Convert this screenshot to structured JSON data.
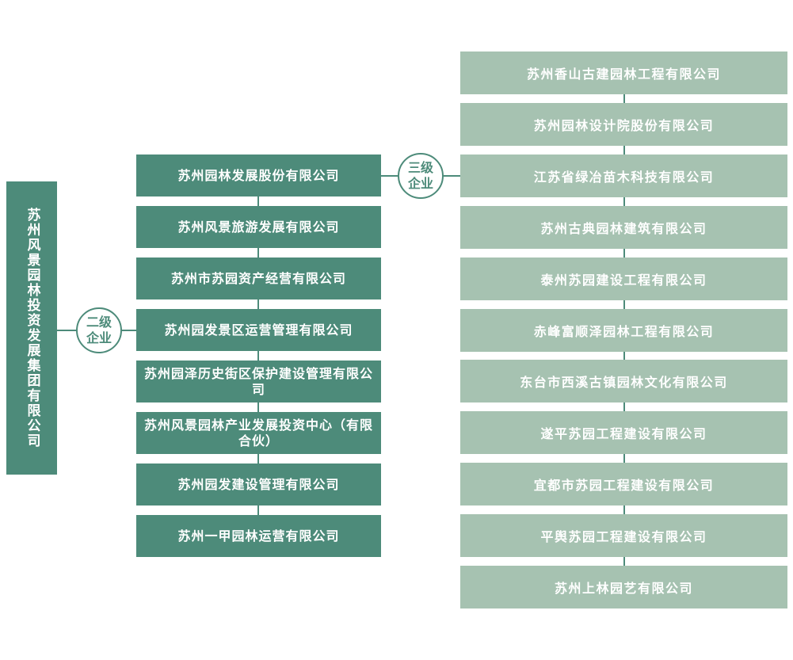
{
  "root": "苏州风景园林投资发展集团有限公司",
  "level2_badge": [
    "二级",
    "企业"
  ],
  "level3_badge": [
    "三级",
    "企业"
  ],
  "level2": [
    "苏州园林发展股份有限公司",
    "苏州风景旅游发展有限公司",
    "苏州市苏园资产经营有限公司",
    "苏州园发景区运营管理有限公司",
    "苏州园泽历史街区保护建设管理有限公司",
    "苏州风景园林产业发展投资中心（有限合伙）",
    "苏州园发建设管理有限公司",
    "苏州一甲园林运营有限公司"
  ],
  "level3": [
    "苏州香山古建园林工程有限公司",
    "苏州园林设计院股份有限公司",
    "江苏省绿冶苗木科技有限公司",
    "苏州古典园林建筑有限公司",
    "泰州苏园建设工程有限公司",
    "赤峰富顺泽园林工程有限公司",
    "东台市西溪古镇园林文化有限公司",
    "遂平苏园工程建设有限公司",
    "宜都市苏园工程建设有限公司",
    "平舆苏园工程建设有限公司",
    "苏州上林园艺有限公司"
  ],
  "colors": {
    "primary": "#4d8b7a",
    "secondary": "#a6c2b1"
  }
}
